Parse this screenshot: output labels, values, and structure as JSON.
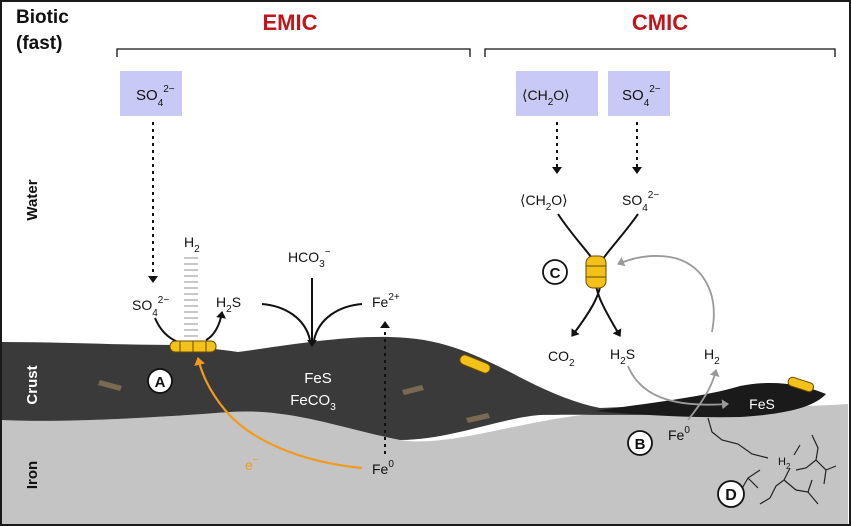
{
  "labels": {
    "biotic_line1": "Biotic",
    "biotic_line2": "(fast)",
    "emic": "EMIC",
    "cmic": "CMIC",
    "water": "Water",
    "crust": "Crust",
    "iron": "Iron"
  },
  "chemistry": {
    "so4_box_left_base": "SO",
    "so4_box_left_sub": "4",
    "so4_box_left_sup": "2−",
    "ch2o_box_base": "⟨CH",
    "ch2o_box_sub": "2",
    "ch2o_box_tail": "O⟩",
    "so4_box_right_base": "SO",
    "so4_box_right_sub": "4",
    "so4_box_right_sup": "2−",
    "ch2o_base": "⟨CH",
    "ch2o_sub": "2",
    "ch2o_tail": "O⟩",
    "so4_right_base": "SO",
    "so4_right_sub": "4",
    "so4_right_sup": "2−",
    "h2_left_base": "H",
    "h2_left_sub": "2",
    "hco3_base": "HCO",
    "hco3_sub": "3",
    "hco3_sup": "−",
    "so4_left_base": "SO",
    "so4_left_sub": "4",
    "so4_left_sup": "2−",
    "h2s_left_base": "H",
    "h2s_left_sub": "2",
    "h2s_left_tail": "S",
    "fe2_base": "Fe",
    "fe2_sup": "2+",
    "fes_center": "FeS",
    "feco3_center": "FeCO",
    "feco3_sub": "3",
    "electron_base": "e",
    "electron_sup": "−",
    "fe0_left_base": "Fe",
    "fe0_left_sup": "0",
    "co2_base": "CO",
    "co2_sub": "2",
    "h2s_right_base": "H",
    "h2s_right_sub": "2",
    "h2s_right_tail": "S",
    "h2_right_base": "H",
    "h2_right_sub": "2",
    "fes_right": "FeS",
    "fe0_right_base": "Fe",
    "fe0_right_sup": "0",
    "h2_small_base": "H",
    "h2_small_sub": "2"
  },
  "markers": {
    "a": "A",
    "b": "B",
    "c": "C",
    "d": "D"
  },
  "colors": {
    "box_fill": "#c9c9f5",
    "crust_fill": "#3a3a3a",
    "iron_fill": "#c4c4c4",
    "enzyme_fill": "#f2c21a",
    "electron_arrow": "#f29a1f",
    "heading_red": "#c0161b",
    "grey_arrow": "#9a9a9a"
  }
}
